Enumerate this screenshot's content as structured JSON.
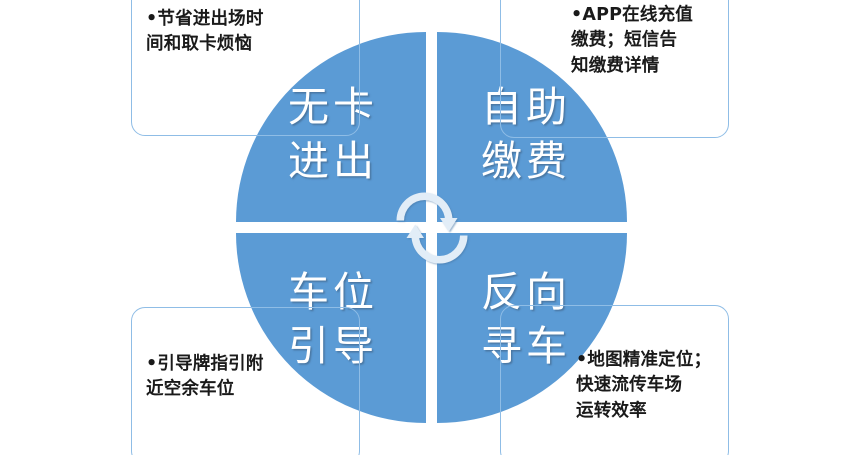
{
  "diagram": {
    "type": "four-quadrant-cycle-wheel",
    "colors": {
      "wheel_blue": "#5b9bd5",
      "box_border": "#8fbde6",
      "label_text": "#ffffff",
      "callout_text": "#1a1a1a",
      "background": "#ffffff",
      "arrow": "#dce9f5"
    },
    "quadrants": [
      {
        "id": "no-card-entry-exit",
        "label": "无卡\n进出",
        "position": "top-left"
      },
      {
        "id": "self-service-payment",
        "label": "自助\n缴费",
        "position": "top-right"
      },
      {
        "id": "parking-space-guidance",
        "label": "车位\n引导",
        "position": "bottom-left"
      },
      {
        "id": "reverse-car-finding",
        "label": "反向\n寻车",
        "position": "bottom-right"
      }
    ],
    "callouts": [
      {
        "id": "callout-top-left",
        "text": "•节省进出场时\n 间和取卡烦恼",
        "position": "top-left"
      },
      {
        "id": "callout-top-right",
        "text": "•APP在线充值\n 缴费；短信告\n 知缴费详情",
        "position": "top-right"
      },
      {
        "id": "callout-bottom-left",
        "text": "•引导牌指引附\n 近空余车位",
        "position": "bottom-left"
      },
      {
        "id": "callout-bottom-right",
        "text": "•地图精准定位；\n 快速流传车场\n 运转效率",
        "position": "bottom-right"
      }
    ],
    "center_icon": "cycle-arrows-icon"
  }
}
